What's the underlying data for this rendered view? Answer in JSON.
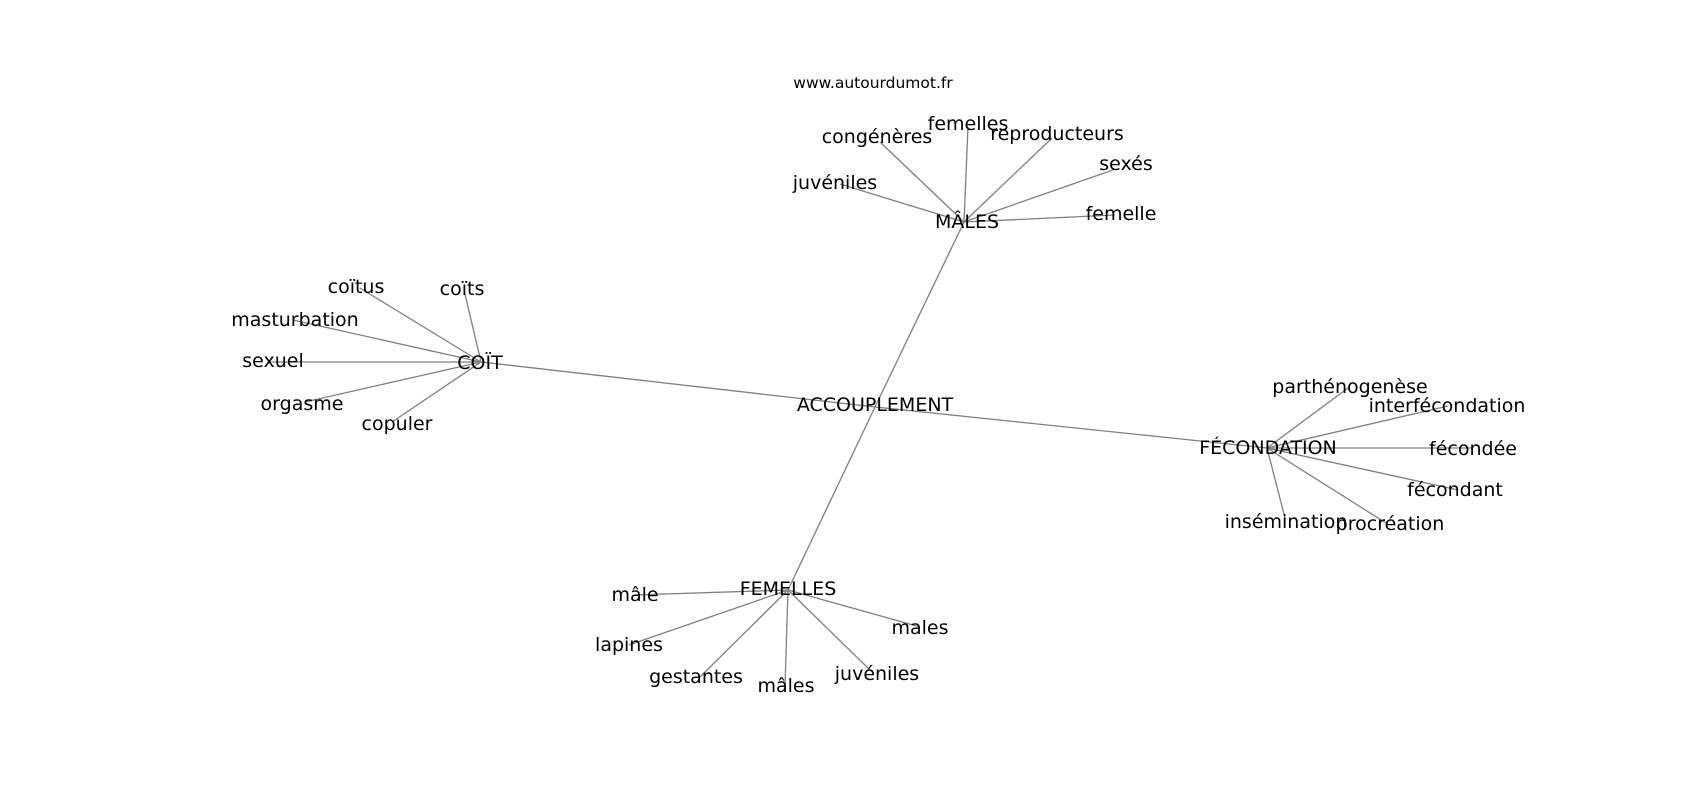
{
  "source": "www.autourdumot.fr",
  "center": "ACCOUPLEMENT",
  "hubs": [
    {
      "label": "MÂLES",
      "words": [
        "congénères",
        "femelles",
        "reproducteurs",
        "juvéniles",
        "sexés",
        "femelle"
      ]
    },
    {
      "label": "COÏT",
      "words": [
        "coïtus",
        "coïts",
        "masturbation",
        "sexuel",
        "orgasme",
        "copuler"
      ]
    },
    {
      "label": "FÉCONDATION",
      "words": [
        "parthénogenèse",
        "interfécondation",
        "fécondée",
        "fécondant",
        "insémination",
        "procréation"
      ]
    },
    {
      "label": "FEMELLES",
      "words": [
        "mâle",
        "males",
        "lapines",
        "gestantes",
        "mâles",
        "juvéniles"
      ]
    }
  ]
}
